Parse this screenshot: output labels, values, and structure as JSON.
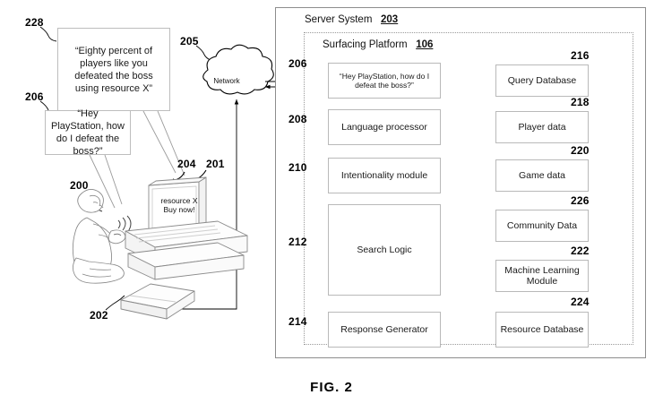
{
  "figure": {
    "caption": "FIG. 2"
  },
  "user_side": {
    "response_bubble": {
      "ref": "228",
      "text": "“Eighty percent of players like you defeated the boss using resource X”"
    },
    "query_bubble": {
      "ref": "206",
      "text": "“Hey PlayStation, how do I defeat the boss?”"
    },
    "player": {
      "ref": "200",
      "name": "player-figure"
    },
    "console": {
      "ref": "202",
      "name": "game-console"
    },
    "television": {
      "ref": "201",
      "name": "television"
    },
    "tv_overlay": {
      "ref": "204",
      "line1": "resource X",
      "line2": "Buy now!"
    },
    "network": {
      "ref": "205",
      "label": "Network"
    }
  },
  "server": {
    "title": "Server System",
    "ref": "203",
    "platform": {
      "title": "Surfacing Platform",
      "ref": "106"
    },
    "left_modules": [
      {
        "ref": "206",
        "label": "“Hey PlayStation, how do I defeat the boss?”"
      },
      {
        "ref": "208",
        "label": "Language processor"
      },
      {
        "ref": "210",
        "label": "Intentionality module"
      },
      {
        "ref": "212",
        "label": "Search Logic"
      },
      {
        "ref": "214",
        "label": "Response Generator"
      }
    ],
    "right_modules": [
      {
        "ref": "216",
        "label": "Query Database"
      },
      {
        "ref": "218",
        "label": "Player data"
      },
      {
        "ref": "220",
        "label": "Game data"
      },
      {
        "ref": "226",
        "label": "Community Data"
      },
      {
        "ref": "222",
        "label": "Machine Learning Module"
      },
      {
        "ref": "224",
        "label": "Resource Database"
      }
    ],
    "bus": {
      "name": "vertical-bus"
    }
  },
  "colors": {
    "line": "#000000",
    "box_border": "#b9b9b9",
    "frame_border": "#8d8d8d",
    "platform_border": "#9a9a9a",
    "background": "#ffffff"
  }
}
